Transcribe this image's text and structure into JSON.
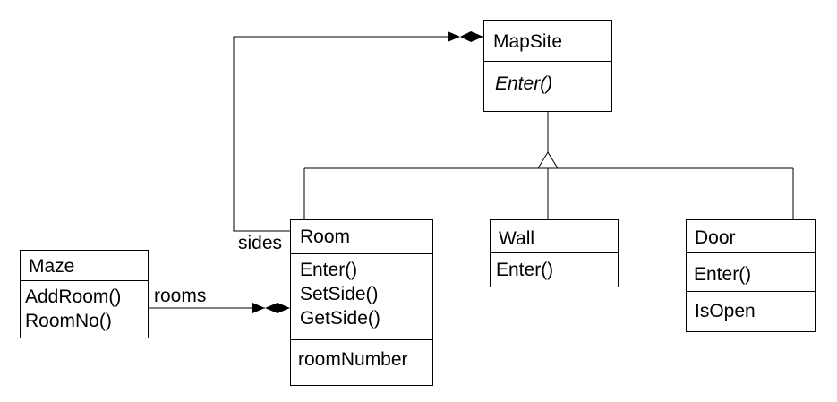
{
  "classes": {
    "mapsite": {
      "name": "MapSite",
      "methods": [
        "Enter()"
      ]
    },
    "room": {
      "name": "Room",
      "methods": [
        "Enter()",
        "SetSide()",
        "GetSide()"
      ],
      "attributes": [
        "roomNumber"
      ]
    },
    "wall": {
      "name": "Wall",
      "methods": [
        "Enter()"
      ]
    },
    "door": {
      "name": "Door",
      "methods": [
        "Enter()"
      ],
      "attributes": [
        "IsOpen"
      ]
    },
    "maze": {
      "name": "Maze",
      "methods": [
        "AddRoom()",
        "RoomNo()"
      ]
    }
  },
  "relations": {
    "sides_label": "sides",
    "rooms_label": "rooms"
  }
}
